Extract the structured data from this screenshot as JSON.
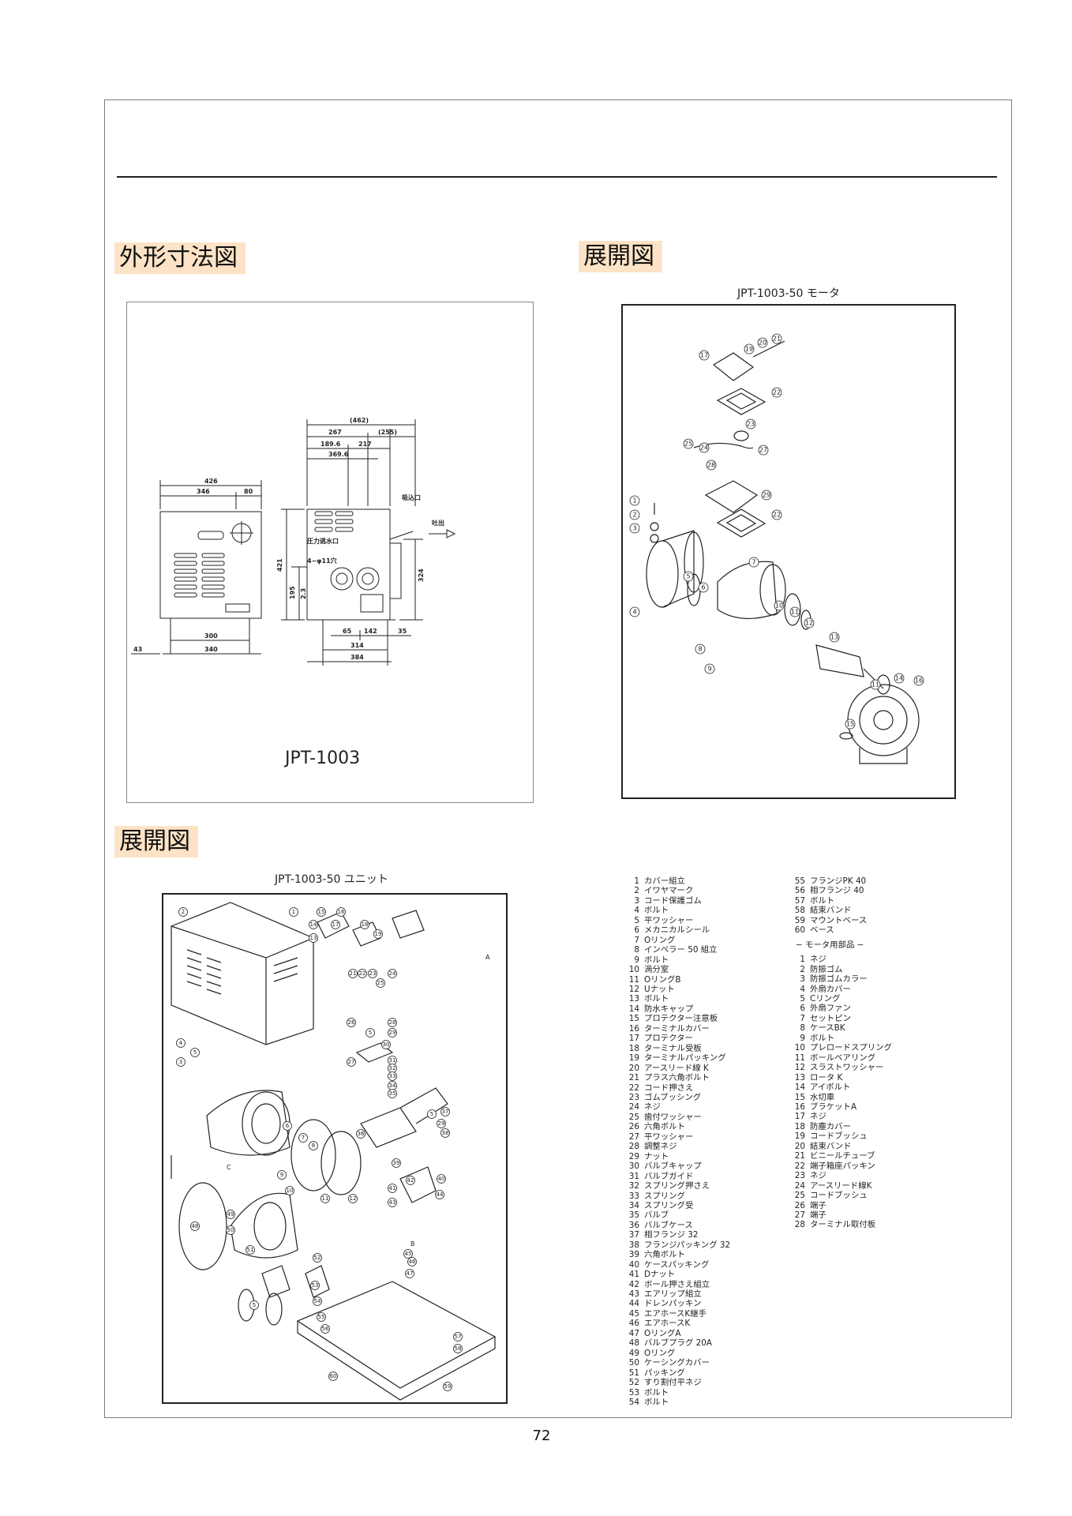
{
  "headings": {
    "dimension": "外形寸法図",
    "exploded_motor": "展開図",
    "exploded_unit": "展開図"
  },
  "captions": {
    "motor": "JPT-1003-50 モータ",
    "unit": "JPT-1003-50 ユニット"
  },
  "dimension_drawing": {
    "model": "JPT-1003",
    "front": {
      "w_total": "426",
      "w_inner": "346",
      "w_side": "80",
      "base1": "300",
      "base2": "340",
      "left_gap": "43"
    },
    "side": {
      "total": "(462)",
      "a": "267",
      "b": "(255)",
      "c": "189.6",
      "d": "217",
      "e": "369.6",
      "h": "421",
      "h2": "195",
      "h3": "2.3",
      "h4": "324",
      "b1": "65",
      "b2": "142",
      "b3": "35",
      "b4": "314",
      "b5": "384"
    },
    "labels": {
      "suction": "吸込口",
      "pressure": "圧力逃水口",
      "holes": "4−φ11穴",
      "discharge": "吐出"
    }
  },
  "motor_callouts": [
    "17",
    "19",
    "20",
    "21",
    "22",
    "23",
    "25",
    "24",
    "27",
    "28",
    "29",
    "22",
    "1",
    "2",
    "3",
    "4",
    "5",
    "6",
    "7",
    "10",
    "11",
    "12",
    "13",
    "8",
    "9",
    "11",
    "14",
    "16",
    "15"
  ],
  "unit_callouts": [
    "2",
    "1",
    "15",
    "16",
    "14",
    "17",
    "18",
    "19",
    "13",
    "21",
    "22",
    "23",
    "24",
    "25",
    "26",
    "28",
    "5",
    "29",
    "30",
    "27",
    "31",
    "32",
    "33",
    "34",
    "3",
    "4",
    "5",
    "6",
    "7",
    "8",
    "9",
    "10",
    "11",
    "12",
    "35",
    "36",
    "37",
    "38",
    "5",
    "29",
    "39",
    "41",
    "40",
    "42",
    "43",
    "44",
    "45",
    "46",
    "47",
    "48",
    "49",
    "50",
    "51",
    "52",
    "5",
    "53",
    "54",
    "55",
    "56",
    "57",
    "58",
    "59",
    "60"
  ],
  "callout_markers": {
    "a": "A",
    "b": "B",
    "c": "C"
  },
  "parts_left": [
    {
      "n": "1",
      "name": "カバー組立"
    },
    {
      "n": "2",
      "name": "イワヤマーク"
    },
    {
      "n": "3",
      "name": "コード保護ゴム"
    },
    {
      "n": "4",
      "name": "ボルト"
    },
    {
      "n": "5",
      "name": "平ワッシャー"
    },
    {
      "n": "6",
      "name": "メカニカルシール"
    },
    {
      "n": "7",
      "name": "Oリング"
    },
    {
      "n": "8",
      "name": "インペラー 50 組立"
    },
    {
      "n": "9",
      "name": "ボルト"
    },
    {
      "n": "10",
      "name": "渦分室"
    },
    {
      "n": "11",
      "name": "OリングB"
    },
    {
      "n": "12",
      "name": "Uナット"
    },
    {
      "n": "13",
      "name": "ボルト"
    },
    {
      "n": "14",
      "name": "防水キャップ"
    },
    {
      "n": "15",
      "name": "プロテクター注意板"
    },
    {
      "n": "16",
      "name": "ターミナルカバー"
    },
    {
      "n": "17",
      "name": "プロテクター"
    },
    {
      "n": "18",
      "name": "ターミナル受板"
    },
    {
      "n": "19",
      "name": "ターミナルパッキング"
    },
    {
      "n": "20",
      "name": "アースリード線 K"
    },
    {
      "n": "21",
      "name": "プラス六角ボルト"
    },
    {
      "n": "22",
      "name": "コード押さえ"
    },
    {
      "n": "23",
      "name": "ゴムブッシング"
    },
    {
      "n": "24",
      "name": "ネジ"
    },
    {
      "n": "25",
      "name": "歯付ワッシャー"
    },
    {
      "n": "26",
      "name": "六角ボルト"
    },
    {
      "n": "27",
      "name": "平ワッシャー"
    },
    {
      "n": "28",
      "name": "調整ネジ"
    },
    {
      "n": "29",
      "name": "ナット"
    },
    {
      "n": "30",
      "name": "バルブキャップ"
    },
    {
      "n": "31",
      "name": "バルブガイド"
    },
    {
      "n": "32",
      "name": "スプリング押さえ"
    },
    {
      "n": "33",
      "name": "スプリング"
    },
    {
      "n": "34",
      "name": "スプリング受"
    },
    {
      "n": "35",
      "name": "バルブ"
    },
    {
      "n": "36",
      "name": "バルブケース"
    },
    {
      "n": "37",
      "name": "相フランジ 32"
    },
    {
      "n": "38",
      "name": "フランジパッキング 32"
    },
    {
      "n": "39",
      "name": "六角ボルト"
    },
    {
      "n": "40",
      "name": "ケースパッキング"
    },
    {
      "n": "41",
      "name": "Dナット"
    },
    {
      "n": "42",
      "name": "ボール押さえ組立"
    },
    {
      "n": "43",
      "name": "エアリップ組立"
    },
    {
      "n": "44",
      "name": "ドレンパッキン"
    },
    {
      "n": "45",
      "name": "エアホースK継手"
    },
    {
      "n": "46",
      "name": "エアホースK"
    },
    {
      "n": "47",
      "name": "OリングA"
    },
    {
      "n": "48",
      "name": "バルブプラグ 20A"
    },
    {
      "n": "49",
      "name": "Oリング"
    },
    {
      "n": "50",
      "name": "ケーシングカバー"
    },
    {
      "n": "51",
      "name": "パッキング"
    },
    {
      "n": "52",
      "name": "すり割付平ネジ"
    },
    {
      "n": "53",
      "name": "ボルト"
    },
    {
      "n": "54",
      "name": "ボルト"
    }
  ],
  "parts_right_top": [
    {
      "n": "55",
      "name": "フランジPK 40"
    },
    {
      "n": "56",
      "name": "相フランジ 40"
    },
    {
      "n": "57",
      "name": "ボルト"
    },
    {
      "n": "58",
      "name": "結束バンド"
    },
    {
      "n": "59",
      "name": "マウントベース"
    },
    {
      "n": "60",
      "name": "ベース"
    }
  ],
  "motor_parts_header": "− モータ用部品 −",
  "parts_motor": [
    {
      "n": "1",
      "name": "ネジ"
    },
    {
      "n": "2",
      "name": "防振ゴム"
    },
    {
      "n": "3",
      "name": "防振ゴムカラー"
    },
    {
      "n": "4",
      "name": "外扇カバー"
    },
    {
      "n": "5",
      "name": "Cリング"
    },
    {
      "n": "6",
      "name": "外扇ファン"
    },
    {
      "n": "7",
      "name": "セットピン"
    },
    {
      "n": "8",
      "name": "ケースBK"
    },
    {
      "n": "9",
      "name": "ボルト"
    },
    {
      "n": "10",
      "name": "プレロードスプリング"
    },
    {
      "n": "11",
      "name": "ボールベアリング"
    },
    {
      "n": "12",
      "name": "スラストワッシャー"
    },
    {
      "n": "13",
      "name": "ロータ K"
    },
    {
      "n": "14",
      "name": "アイボルト"
    },
    {
      "n": "15",
      "name": "水切車"
    },
    {
      "n": "16",
      "name": "ブラケットA"
    },
    {
      "n": "17",
      "name": "ネジ"
    },
    {
      "n": "18",
      "name": "防塵カバー"
    },
    {
      "n": "19",
      "name": "コードブッシュ"
    },
    {
      "n": "20",
      "name": "結束バンド"
    },
    {
      "n": "21",
      "name": "ビニールチューブ"
    },
    {
      "n": "22",
      "name": "端子箱座パッキン"
    },
    {
      "n": "23",
      "name": "ネジ"
    },
    {
      "n": "24",
      "name": "アースリード線K"
    },
    {
      "n": "25",
      "name": "コードブッシュ"
    },
    {
      "n": "26",
      "name": "端子"
    },
    {
      "n": "27",
      "name": "端子"
    },
    {
      "n": "28",
      "name": "ターミナル取付板"
    }
  ],
  "page_number": "72"
}
